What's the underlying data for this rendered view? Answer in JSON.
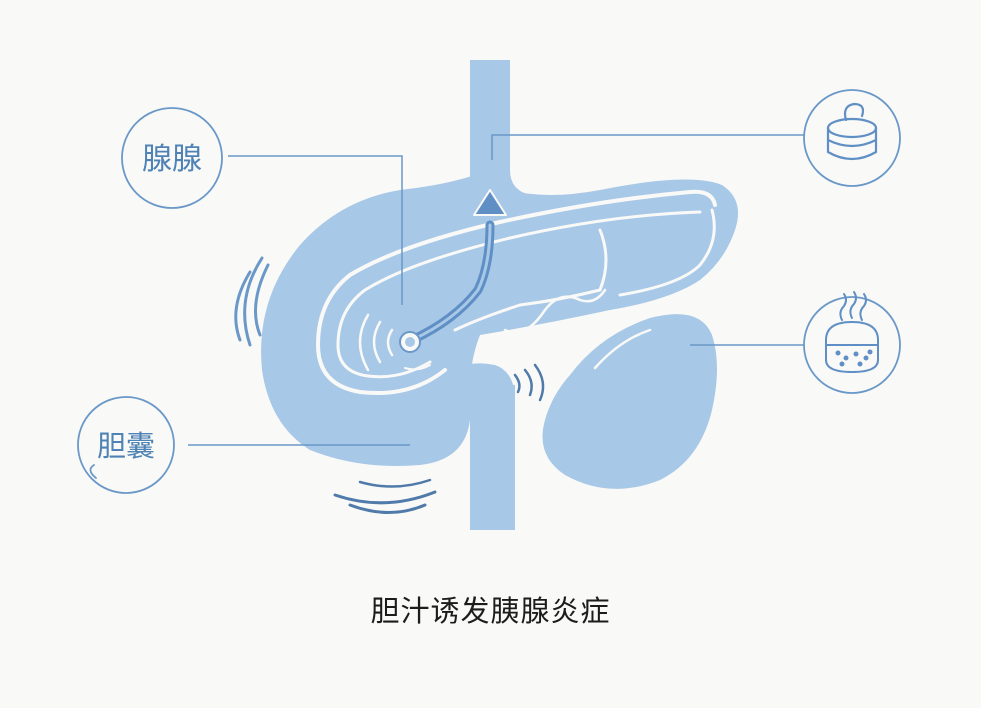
{
  "caption": "胆汁诱发胰腺炎症",
  "labels": {
    "pancreas": "腺腺",
    "gallbladder": "胆囊"
  },
  "icons": {
    "top_right": "pill-capsule-icon",
    "mid_right": "inflamed-tissue-icon"
  },
  "colors": {
    "background": "#f9f9f7",
    "organ_fill": "#a8c8e8",
    "outline": "#6a98c8",
    "label_text": "#4f82b5"
  }
}
